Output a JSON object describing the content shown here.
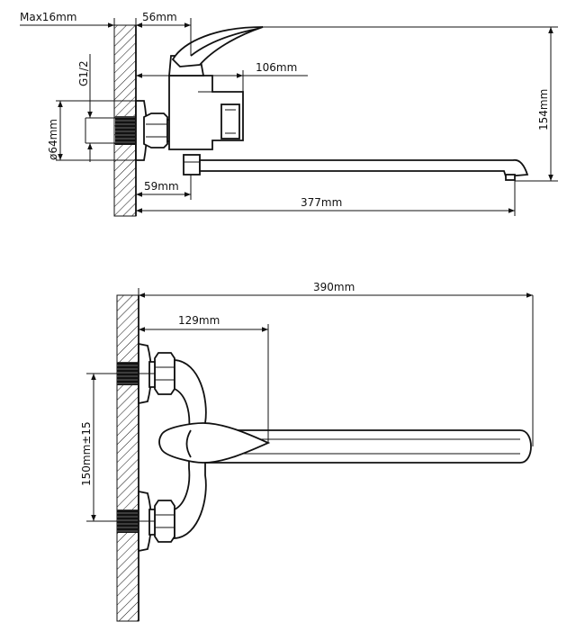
{
  "side_view": {
    "max_wall": "Max16mm",
    "handle_depth": "56mm",
    "thread": "G1/2",
    "body_depth": "106mm",
    "flange_diameter": "ø64mm",
    "height": "154mm",
    "outlet_offset": "59mm",
    "spout_length": "377mm"
  },
  "front_view": {
    "total_length": "390mm",
    "handle_offset": "129mm",
    "center_distance": "150mm±15"
  },
  "colors": {
    "line": "#111111",
    "background": "#ffffff"
  }
}
